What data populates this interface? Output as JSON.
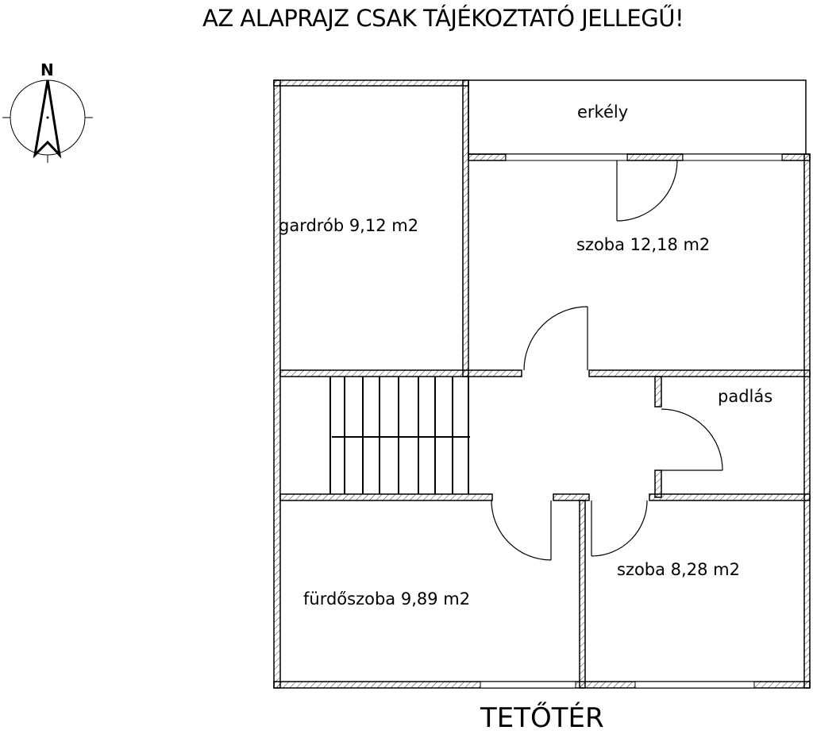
{
  "title": "AZ ALAPRAJZ CSAK TÁJÉKOZTATÓ JELLEGŰ!",
  "floor_name": "TETŐTÉR",
  "compass": {
    "label": "N"
  },
  "rooms": [
    {
      "name": "erkély"
    },
    {
      "name": "gardrób 9,12 m2"
    },
    {
      "name": "szoba 12,18 m2"
    },
    {
      "name": "padlás"
    },
    {
      "name": "fürdőszoba 9,89 m2"
    },
    {
      "name": "szoba 8,28 m2"
    }
  ]
}
